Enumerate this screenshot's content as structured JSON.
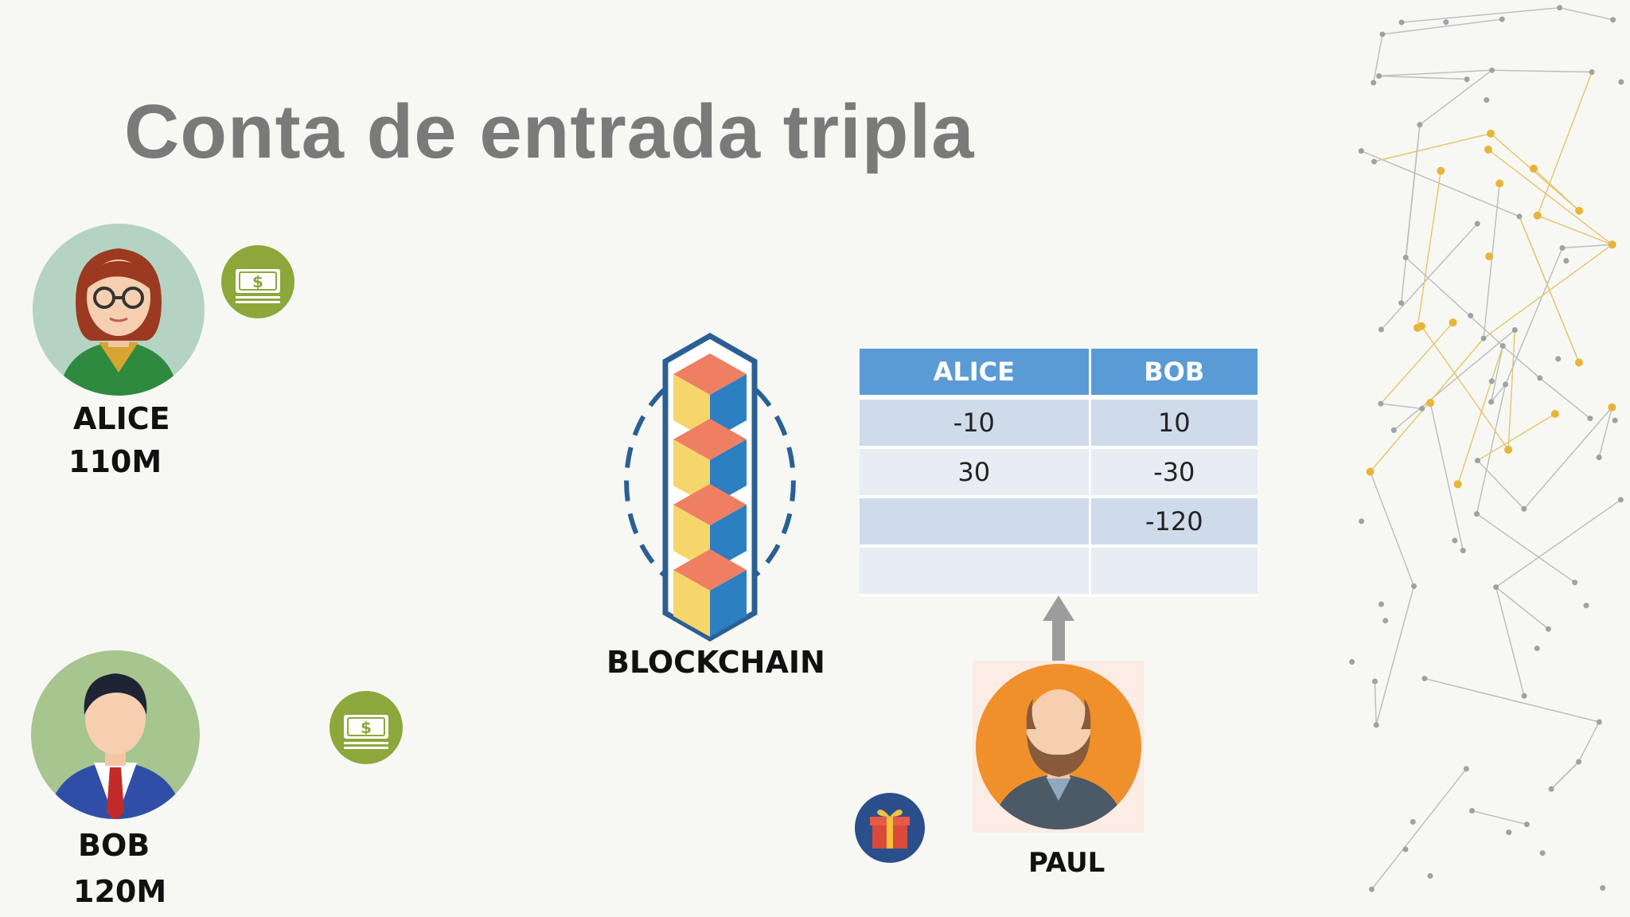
{
  "slide": {
    "title": "Conta de entrada tripla"
  },
  "people": {
    "alice": {
      "name": "ALICE",
      "balance": "110M"
    },
    "bob": {
      "name": "BOB",
      "balance": "120M"
    },
    "paul": {
      "name": "PAUL"
    }
  },
  "blockchain": {
    "label": "BLOCKCHAIN"
  },
  "ledger": {
    "headers": [
      "ALICE",
      "BOB"
    ],
    "rows": [
      [
        "-10",
        "10"
      ],
      [
        "30",
        "-30"
      ],
      [
        "",
        "-120"
      ],
      [
        "",
        ""
      ]
    ]
  },
  "colors": {
    "title": "#7a7a7a",
    "table_header": "#5b9bd5",
    "coin": "#8ca83a",
    "paul_avatar": "#f0902a",
    "gift_circle": "#2b4e8c"
  }
}
